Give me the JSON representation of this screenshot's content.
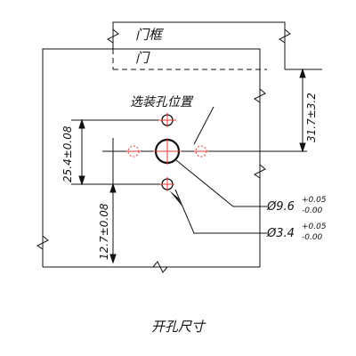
{
  "labels": {
    "door_frame": "门框",
    "door": "门",
    "hole_position": "选装孔位置",
    "caption": "开孔尺寸"
  },
  "dimensions": {
    "d1": "25.4±0.08",
    "d2": "12.7±0.08",
    "d3": "31.7±3.2",
    "large_hole": {
      "base": "Ø9.6",
      "upper": "+0.05",
      "lower": "-0.00"
    },
    "small_hole": {
      "base": "Ø3.4",
      "upper": "+0.05",
      "lower": "-0.00"
    }
  },
  "colors": {
    "line": "#111111",
    "center_mark": "#e53935"
  }
}
